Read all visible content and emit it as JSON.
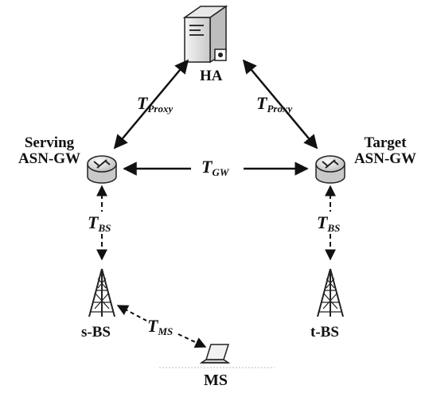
{
  "nodes": {
    "ha": "HA",
    "serving_gw_line1": "Serving",
    "serving_gw_line2": "ASN-GW",
    "target_gw_line1": "Target",
    "target_gw_line2": "ASN-GW",
    "s_bs": "s-BS",
    "t_bs": "t-BS",
    "ms": "MS"
  },
  "links": {
    "proxy_left": {
      "main": "T",
      "sub": "Proxy"
    },
    "proxy_right": {
      "main": "T",
      "sub": "Proxy"
    },
    "gw": {
      "main": "T",
      "sub": "GW"
    },
    "bs_left": {
      "main": "T",
      "sub": "BS"
    },
    "bs_right": {
      "main": "T",
      "sub": "BS"
    },
    "ms": {
      "main": "T",
      "sub": "MS"
    }
  },
  "icons": {
    "server": "server-icon",
    "router": "router-icon",
    "tower": "base-station-tower-icon",
    "laptop": "laptop-icon"
  },
  "colors": {
    "ink": "#111111"
  }
}
